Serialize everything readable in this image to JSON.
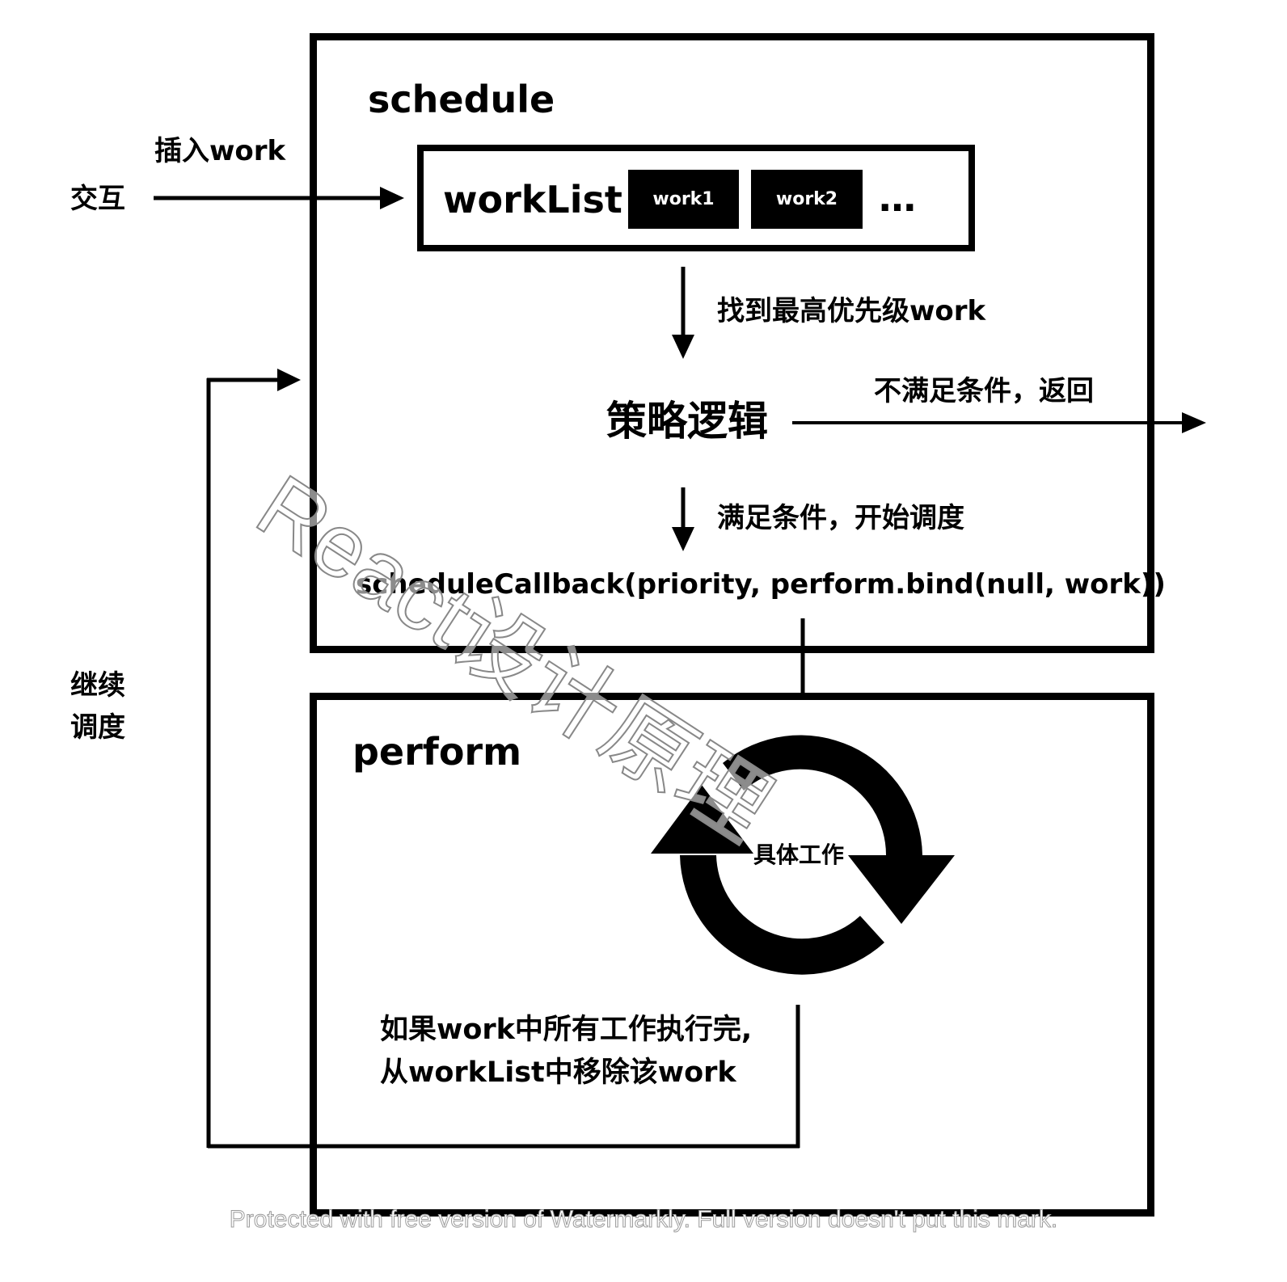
{
  "schedule": {
    "title": "schedule",
    "worklist_label": "workList",
    "works": [
      "work1",
      "work2"
    ],
    "more": "…",
    "find_label": "找到最高优先级work",
    "strategy_label": "策略逻辑",
    "not_met_label": "不满足条件，返回",
    "met_label": "满足条件，开始调度",
    "callback_label": "scheduleCallback(priority, perform.bind(null, work))"
  },
  "interaction": {
    "insert_label": "插入work",
    "source_label": "交互"
  },
  "continue_label_line1": "继续",
  "continue_label_line2": "调度",
  "perform": {
    "title": "perform",
    "cycle_label": "具体工作",
    "note_line1": "如果work中所有工作执行完,",
    "note_line2": "从workList中移除该work"
  },
  "watermark": {
    "diagonal": "React设计原理",
    "footer": "Protected with free version of Watermarkly. Full version doesn't put this mark."
  }
}
